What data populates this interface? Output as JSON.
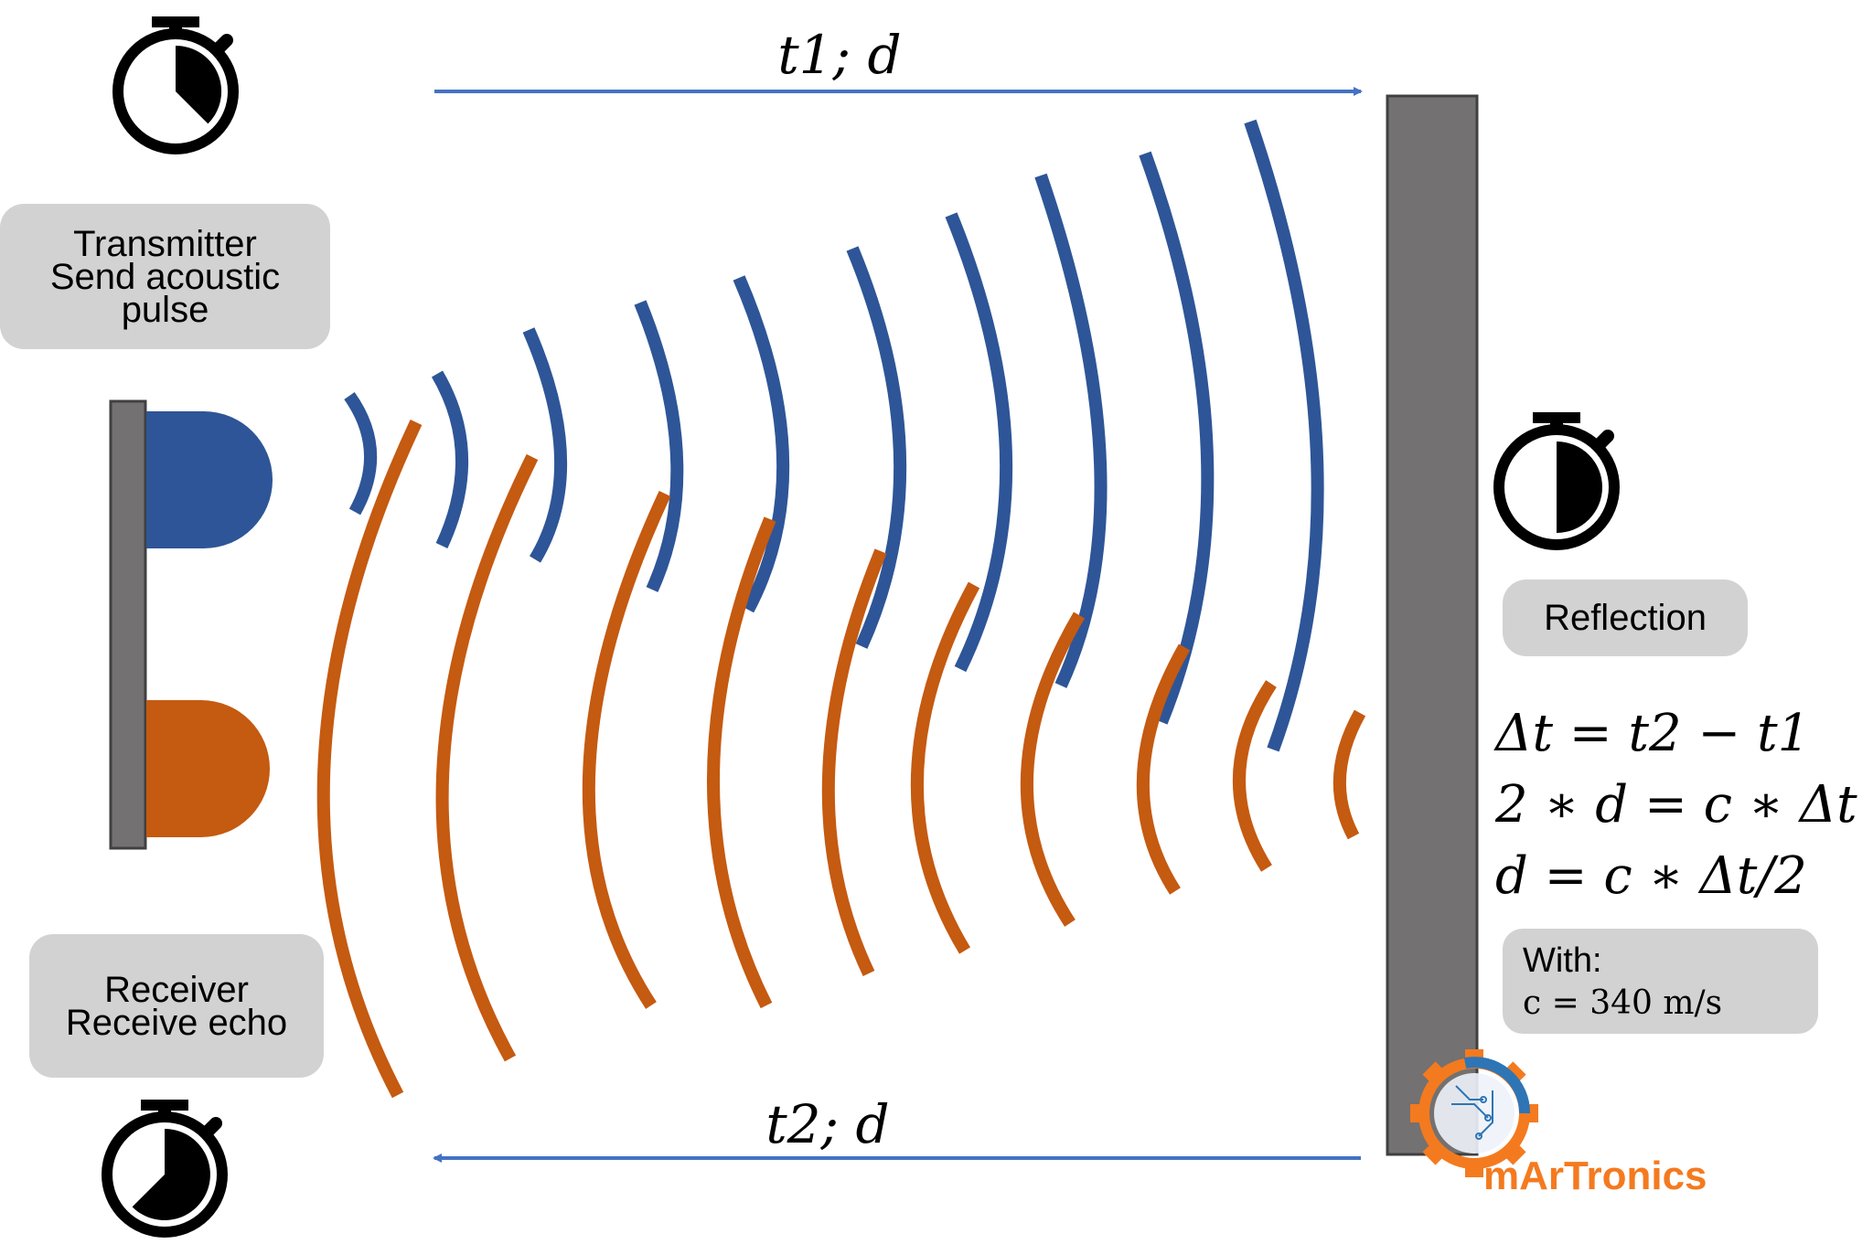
{
  "top_arrow_label": "t1; d",
  "bottom_arrow_label": "t2; d",
  "transmitter_box": {
    "lines": [
      "Transmitter",
      "Send acoustic",
      "pulse"
    ]
  },
  "receiver_box": {
    "lines": [
      "Receiver",
      "Receive echo"
    ]
  },
  "reflection_box": {
    "label": "Reflection"
  },
  "formulas": [
    "Δt = t2 − t1",
    "2 ∗ d = c ∗ Δt",
    "d = c ∗ Δt/2"
  ],
  "with_box": {
    "title": "With:",
    "value": "c = 340 m/s"
  },
  "logo": {
    "text": "mArTronics"
  },
  "icons": {
    "transmitter_timer": "stopwatch-icon",
    "reflection_timer": "stopwatch-icon",
    "receiver_timer": "stopwatch-icon"
  },
  "colors": {
    "transmit_wave": "#2e5597",
    "echo_wave": "#c55a11",
    "arrow": "#4472c4",
    "wall": "#737171",
    "label_box": "#d3d2d2",
    "logo_orange": "#f47a1f",
    "logo_blue": "#2e75b6"
  }
}
